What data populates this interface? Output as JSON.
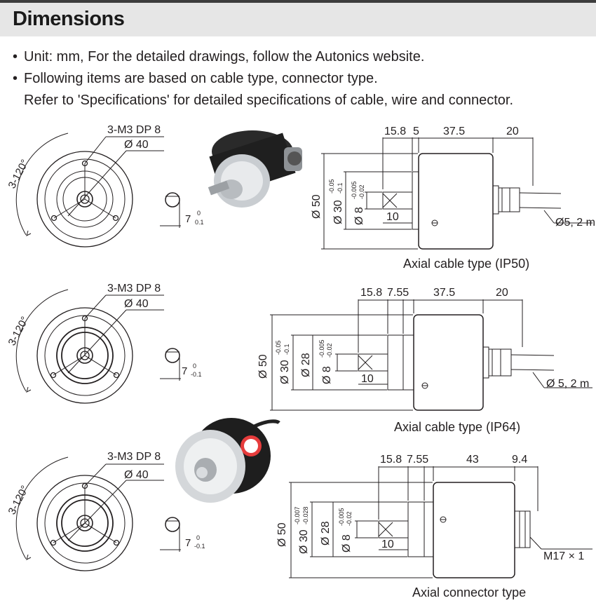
{
  "header": {
    "title": "Dimensions"
  },
  "notes": [
    "Unit: mm, For the detailed drawings, follow the Autonics website.",
    "Following items are based on cable type, connector type.",
    "Refer to 'Specifications' for detailed specifications of cable, wire and connector."
  ],
  "bullet": "•",
  "front": {
    "angle": "3-120°",
    "holes": "3-M3 DP 8",
    "pcd": "Ø 40"
  },
  "shaft": {
    "dim": "7",
    "tol_top": "0",
    "tol_bot": "-0.1",
    "tol_bot_a": "0.1"
  },
  "drawings": [
    {
      "caption": "Axial cable type (IP50)",
      "d1": "15.8",
      "d2": "5",
      "d3": "37.5",
      "d4": "20",
      "body": "Ø 50",
      "boss": "Ø 30",
      "boss_t": "-0.05",
      "boss_b": "-0.1",
      "shaft": "Ø 8",
      "shaft_t": "-0.005",
      "shaft_b": "-0.02",
      "len": "10",
      "cable": "Ø5, 2 m"
    },
    {
      "caption": "Axial cable type (IP64)",
      "d1": "15.8",
      "d2": "7.55",
      "d3": "37.5",
      "d4": "20",
      "body": "Ø 50",
      "boss": "Ø 30",
      "boss_t": "-0.05",
      "boss_b": "-0.1",
      "inner": "Ø 28",
      "shaft": "Ø 8",
      "shaft_t": "-0.005",
      "shaft_b": "-0.02",
      "len": "10",
      "cable": "Ø 5, 2 m"
    },
    {
      "caption": "Axial connector type",
      "d1": "15.8",
      "d2": "7.55",
      "d3": "43",
      "d4": "9.4",
      "body": "Ø 50",
      "boss": "Ø 30",
      "boss_t": "-0.007",
      "boss_b": "-0.028",
      "inner": "Ø 28",
      "shaft": "Ø 8",
      "shaft_t": "-0.005",
      "shaft_b": "-0.02",
      "len": "10",
      "conn": "M17 × 1"
    }
  ]
}
